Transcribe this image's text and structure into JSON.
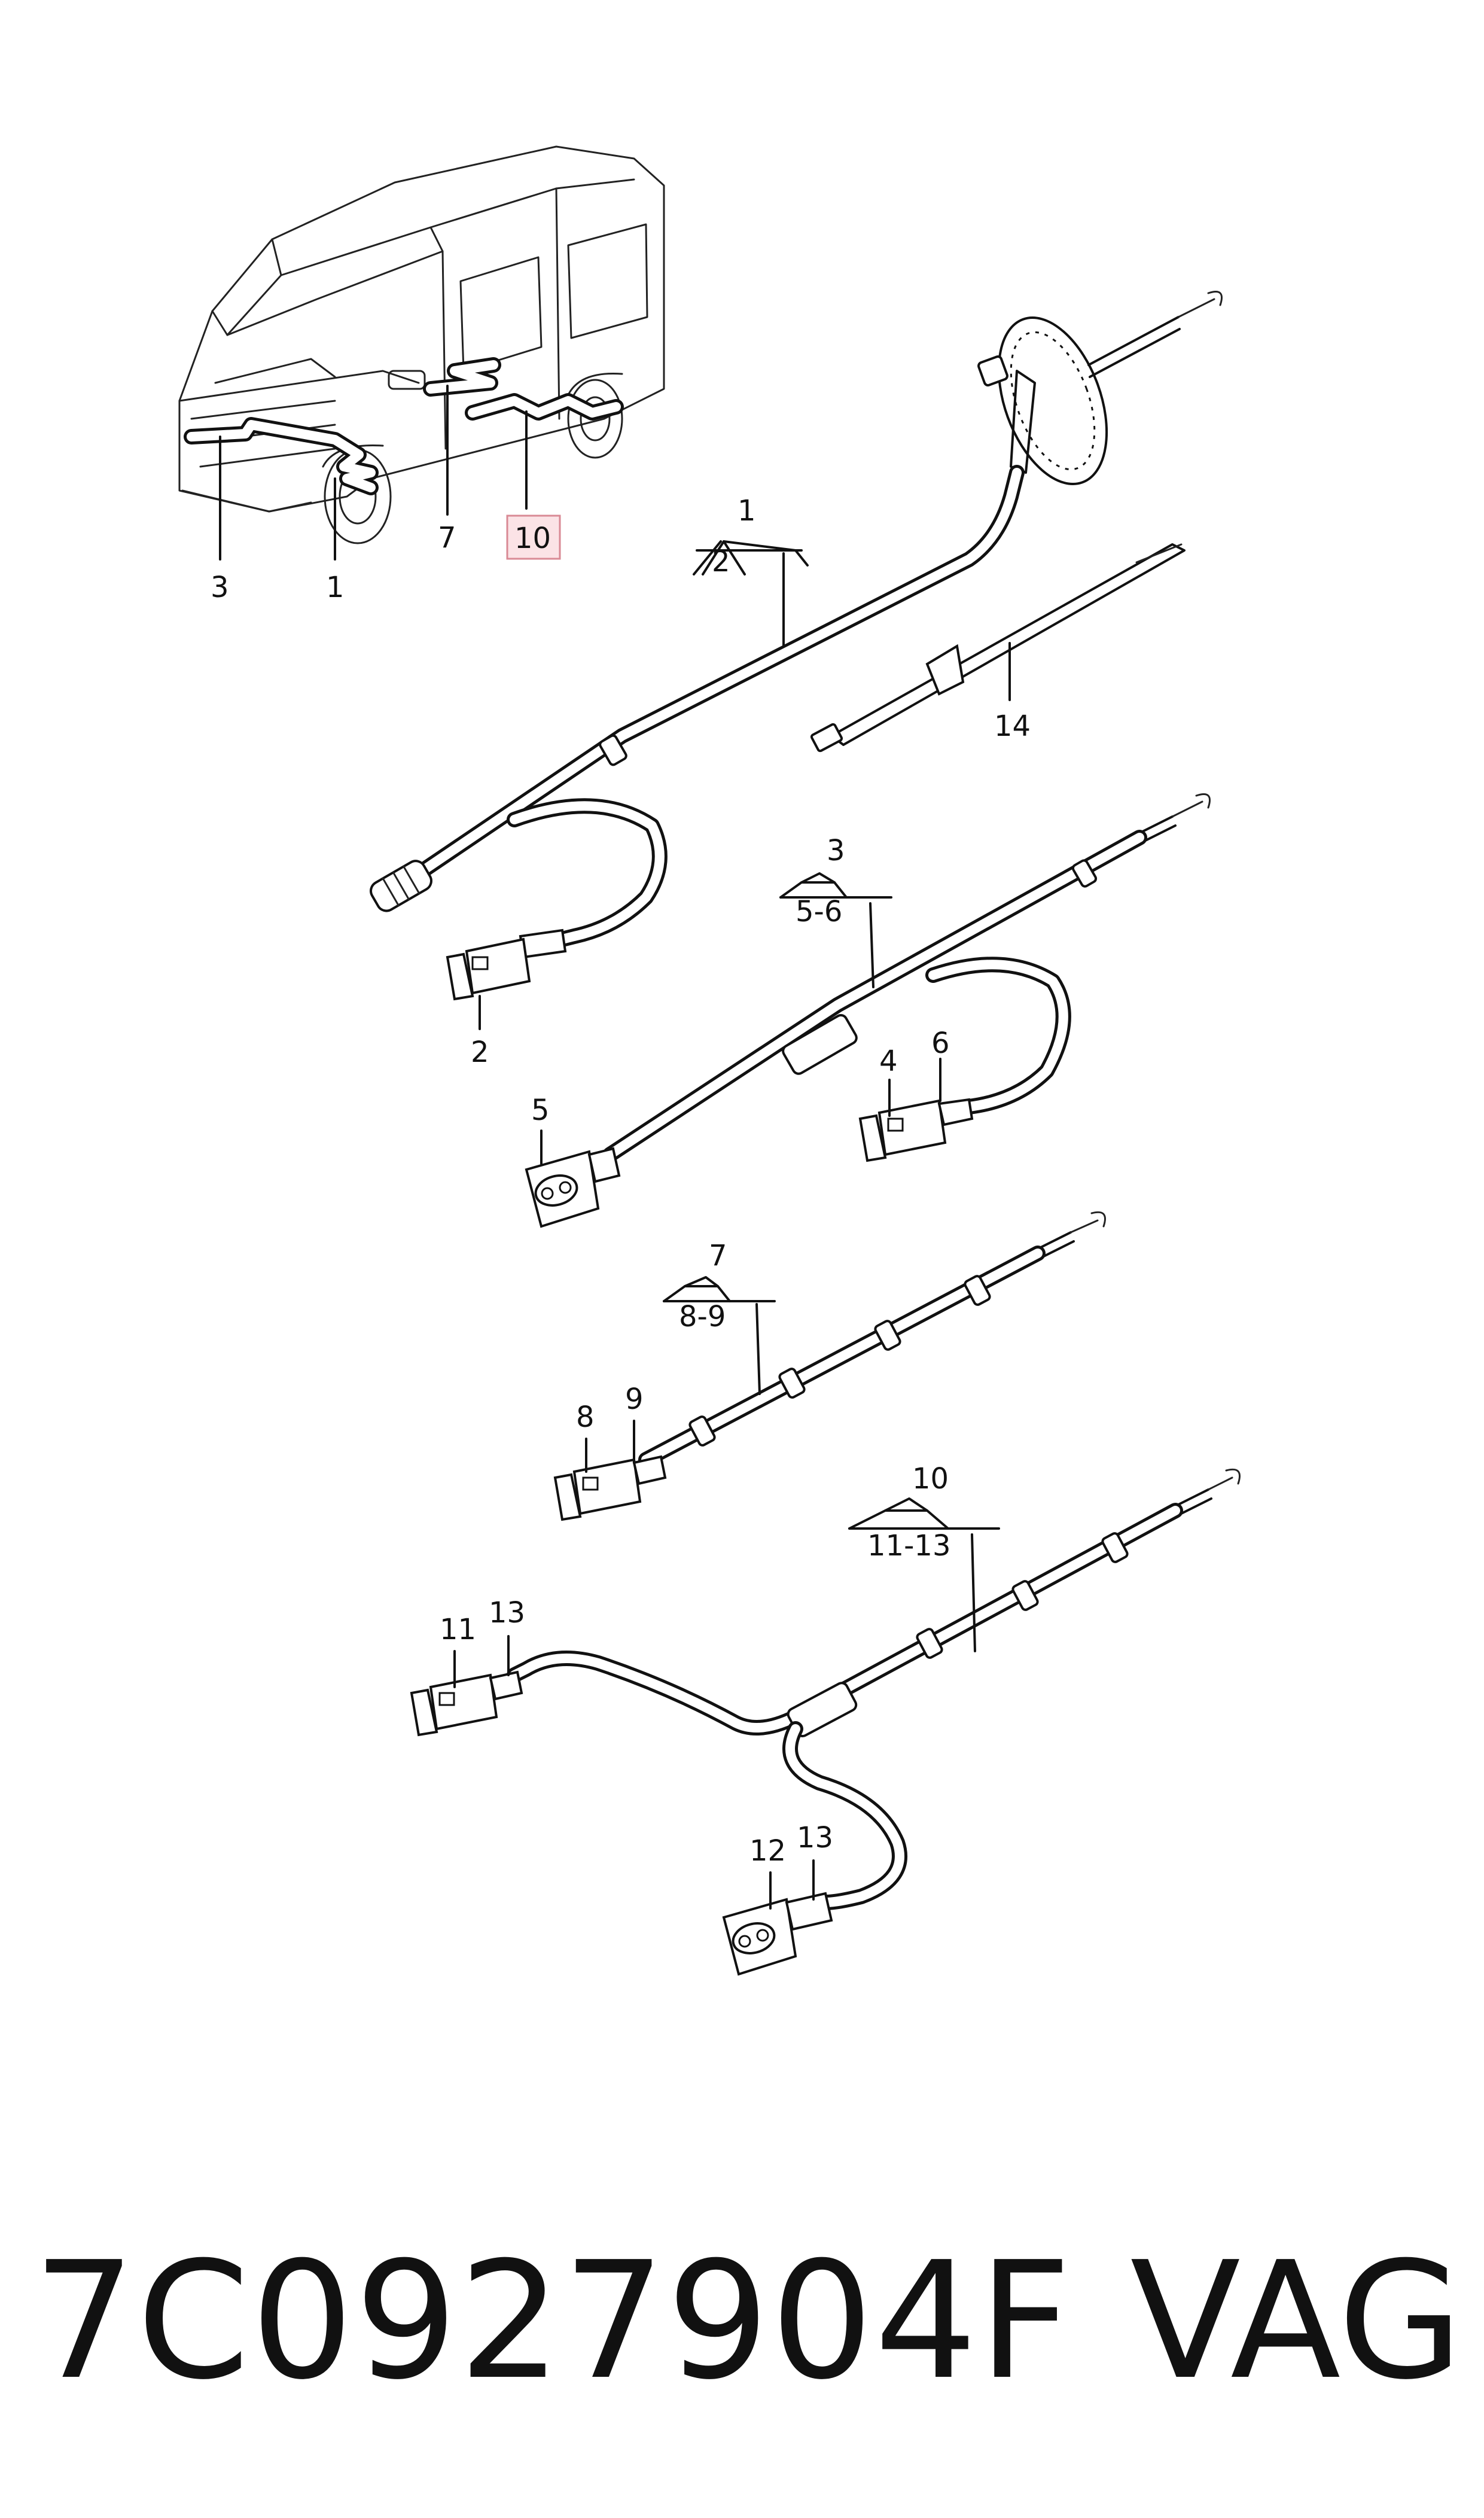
{
  "callouts": {
    "van": {
      "c3": "3",
      "c1": "1",
      "c7": "7",
      "c10": "10"
    },
    "a1": {
      "top": "1",
      "range": "2"
    },
    "a2": "2",
    "a14": "14",
    "b": {
      "top": "3",
      "range": "5-6"
    },
    "b4": "4",
    "b5": "5",
    "b6": "6",
    "c": {
      "top": "7",
      "range": "8-9"
    },
    "c8": "8",
    "c9": "9",
    "d": {
      "top": "10",
      "range": "11-13"
    },
    "d11": "11",
    "d13a": "13",
    "d12": "12",
    "d13b": "13"
  },
  "colors": {
    "highlight_fill": "#fbe3e6",
    "highlight_stroke": "#d98a95",
    "ink": "#111111"
  },
  "footer": {
    "part_number": "7C0927904F",
    "brand": "VAG"
  }
}
